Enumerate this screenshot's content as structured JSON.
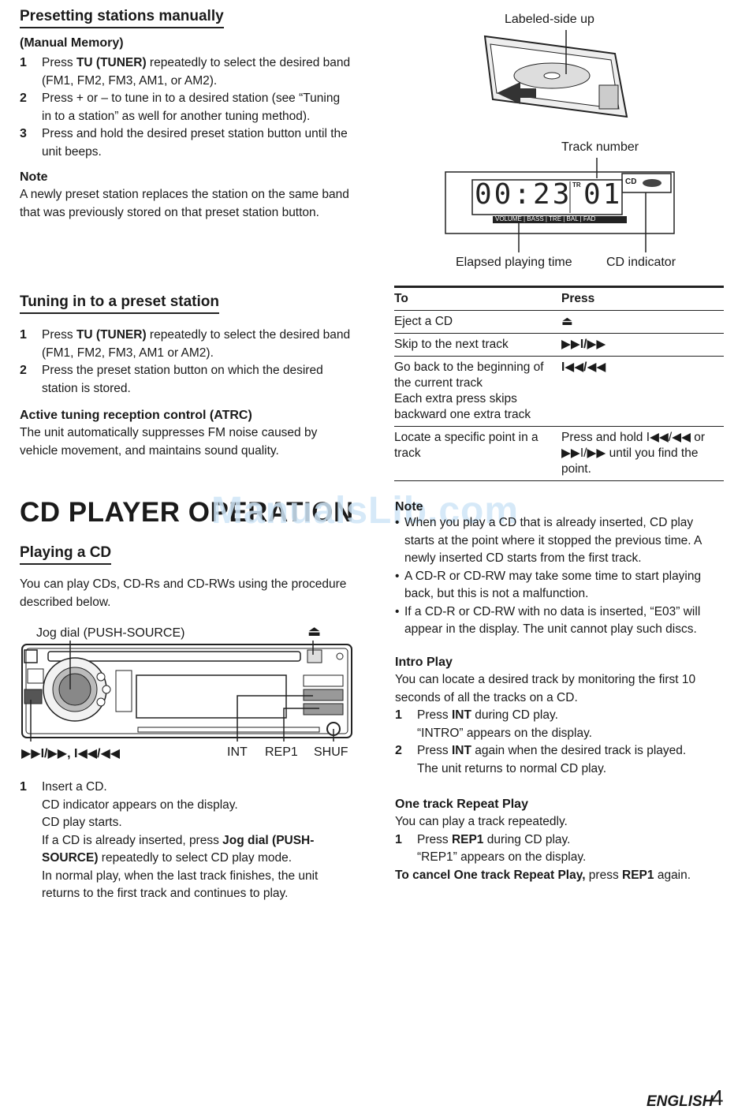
{
  "left": {
    "presetting": {
      "title": "Presetting stations manually",
      "subtitle": "(Manual Memory)",
      "steps": [
        {
          "n": "1",
          "pre": "Press ",
          "bold": "TU (TUNER)",
          "post": " repeatedly to select the desired band (FM1, FM2, FM3, AM1, or AM2)."
        },
        {
          "n": "2",
          "text": "Press + or – to tune in to a desired station (see “Tuning in to a station” as well for another tuning method)."
        },
        {
          "n": "3",
          "text": "Press and hold the desired preset station button until the unit beeps."
        }
      ],
      "note_title": "Note",
      "note_text": "A newly preset station replaces the station on the same band that was previously stored on that preset station button."
    },
    "tuning_preset": {
      "title": "Tuning in to a preset station",
      "steps": [
        {
          "n": "1",
          "pre": "Press ",
          "bold": "TU (TUNER)",
          "post": " repeatedly to select the desired band (FM1, FM2, FM3, AM1 or AM2)."
        },
        {
          "n": "2",
          "text": "Press the preset station button on which the desired station is stored."
        }
      ],
      "atrc_title": "Active tuning reception control (ATRC)",
      "atrc_text": "The unit automatically suppresses FM noise caused by vehicle movement, and maintains sound quality."
    },
    "cd_heading": "CD PLAYER OPERATION",
    "watermark": "ManualsLib.com",
    "playing": {
      "title": "Playing a CD",
      "intro": "You can play CDs, CD-Rs and CD-RWs using the procedure described below.",
      "jog_label": "Jog dial (PUSH-SOURCE)",
      "eject_symbol": "⏏",
      "bottom_left": "▶▶I/▶▶, I◀◀/◀◀",
      "int_label": "INT",
      "rep1_label": "REP1",
      "shuf_label": "SHUF",
      "step1_n": "1",
      "step1_lines": [
        "Insert a CD.",
        "CD indicator appears on the display.",
        "CD play starts."
      ],
      "step1_if_pre": "If a CD is already inserted, press ",
      "step1_if_bold": "Jog dial (PUSH-SOURCE)",
      "step1_if_post": " repeatedly to select CD play mode.",
      "step1_normal": "In normal play, when the last track finishes, the unit returns to the first track and continues to play."
    }
  },
  "right": {
    "labeled_side": "Labeled-side up",
    "track_number": "Track number",
    "elapsed": "Elapsed playing time",
    "cd_indicator": "CD indicator",
    "display_digits": "00:23",
    "display_track": "01",
    "display_tr": "TR",
    "display_cd": "CD",
    "display_bar": "VOLUME | BASS | TRE | BAL | FAD",
    "table": {
      "headers": [
        "To",
        "Press"
      ],
      "rows": [
        [
          "Eject a CD",
          "⏏"
        ],
        [
          "Skip to the next track",
          "▶▶I/▶▶"
        ],
        [
          "Go back to the beginning of the current track\nEach extra press skips backward one extra track",
          "I◀◀/◀◀"
        ],
        [
          "Locate a specific point in a track",
          "Press and hold I◀◀/◀◀ or ▶▶I/▶▶ until you find the point."
        ]
      ]
    },
    "notes": {
      "title": "Note",
      "items": [
        "When you play a CD that is already inserted, CD play starts at the point where it stopped the previous time. A newly inserted CD starts from the first track.",
        "A CD-R or CD-RW may take some time to start playing back, but this is not a malfunction.",
        "If a CD-R or CD-RW with no data is inserted, “E03” will appear in the display. The unit cannot play such discs."
      ]
    },
    "intro_play": {
      "title": "Intro Play",
      "text": "You can locate a desired track by monitoring the first 10 seconds of all the tracks on a CD.",
      "step1_n": "1",
      "step1_pre": "Press ",
      "step1_bold": "INT",
      "step1_post": " during CD play.",
      "step1_sub": "“INTRO” appears on the display.",
      "step2_n": "2",
      "step2_pre": "Press ",
      "step2_bold": "INT",
      "step2_post": " again when the desired track is played.",
      "step2_sub": "The unit returns to normal CD play."
    },
    "repeat": {
      "title": "One track Repeat Play",
      "text": "You can play a track repeatedly.",
      "step1_n": "1",
      "step1_pre": "Press ",
      "step1_bold": "REP1",
      "step1_post": " during CD play.",
      "step1_sub": "“REP1” appears on the display.",
      "cancel_bold": "To cancel One track Repeat Play,",
      "cancel_mid": " press ",
      "cancel_bold2": "REP1",
      "cancel_post": " again."
    }
  },
  "footer": {
    "language": "ENGLISH",
    "page": "4"
  }
}
